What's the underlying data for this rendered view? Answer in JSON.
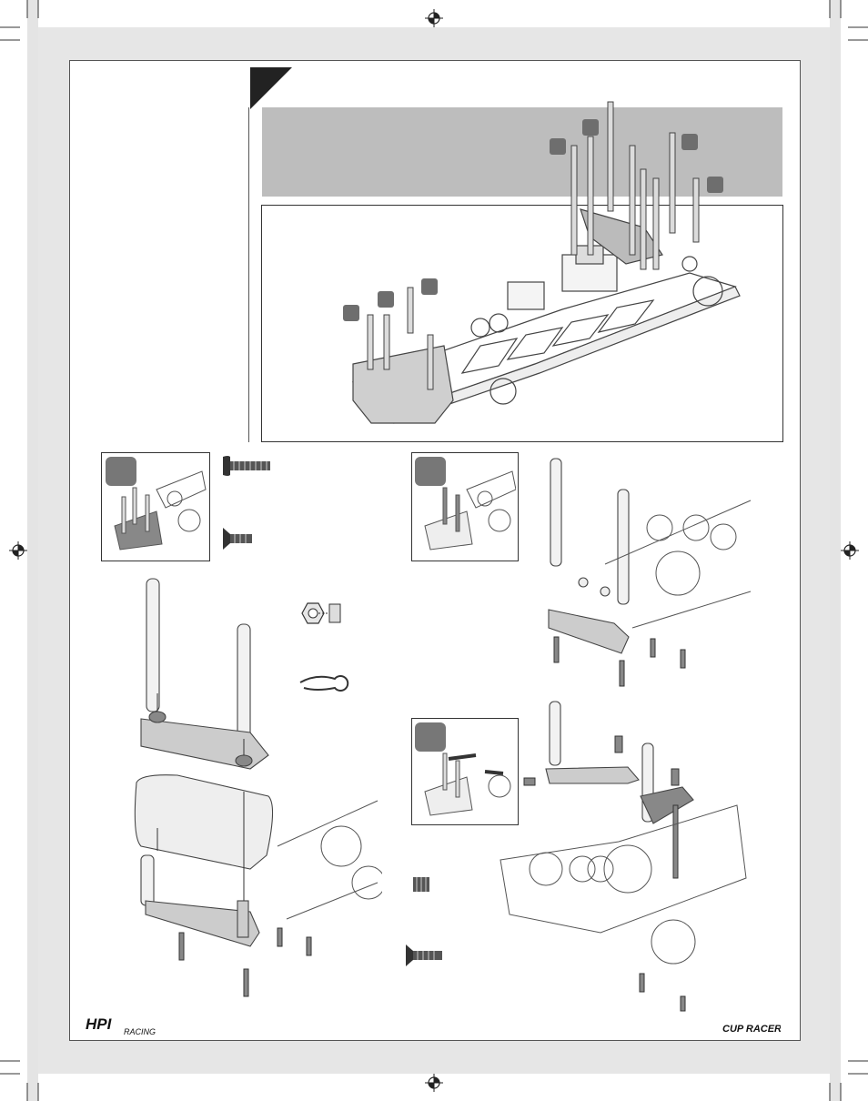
{
  "logos": {
    "left": "HPI",
    "left_sub": "RACING",
    "right": "CUP RACER"
  },
  "icons": {
    "registration_mark": "crosshair-registration-icon",
    "screw_button": "button-head-screw-icon",
    "screw_flat": "flat-head-screw-icon",
    "nut": "lock-nut-icon",
    "body_clip": "body-clip-icon",
    "set_screw": "set-screw-icon"
  },
  "colors": {
    "band": "#bdbdbd",
    "badge": "#777777",
    "line": "#333333"
  }
}
